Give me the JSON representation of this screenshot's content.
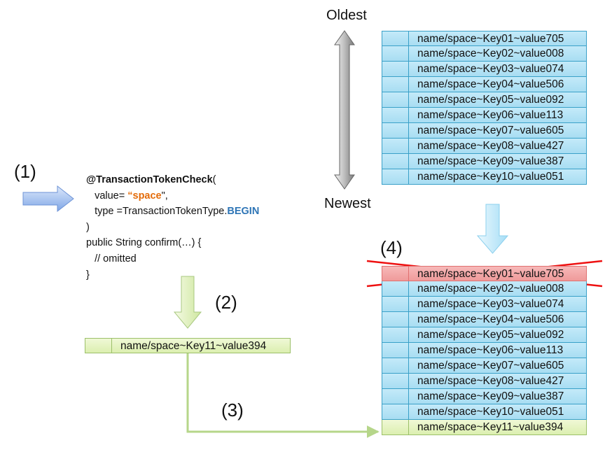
{
  "labels": {
    "oldest": "Oldest",
    "newest": "Newest",
    "step1": "(1)",
    "step2": "(2)",
    "step3": "(3)",
    "step4": "(4)"
  },
  "code": {
    "annotation": "@TransactionTokenCheck",
    "open_paren": "(",
    "value_prefix": "   value= ",
    "value_string": "“space",
    "value_suffix": "\",",
    "type_prefix": "   type =TransactionTokenType.",
    "type_enum": "BEGIN",
    "close_paren": ")",
    "method_sig": "public String confirm(…) {",
    "comment": "   // omitted",
    "close_brace": "}"
  },
  "new_token": "name/space~Key11~value394",
  "stack_before": [
    "name/space~Key01~value705",
    "name/space~Key02~value008",
    "name/space~Key03~value074",
    "name/space~Key04~value506",
    "name/space~Key05~value092",
    "name/space~Key06~value113",
    "name/space~Key07~value605",
    "name/space~Key08~value427",
    "name/space~Key09~value387",
    "name/space~Key10~value051"
  ],
  "stack_after": {
    "removed": "name/space~Key01~value705",
    "kept": [
      "name/space~Key02~value008",
      "name/space~Key03~value074",
      "name/space~Key04~value506",
      "name/space~Key05~value092",
      "name/space~Key06~value113",
      "name/space~Key07~value605",
      "name/space~Key08~value427",
      "name/space~Key09~value387",
      "name/space~Key10~value051"
    ],
    "added": "name/space~Key11~value394"
  },
  "colors": {
    "blue_row": "#b8e4f6",
    "green_row": "#e4f3c2",
    "red_row": "#f3a9a9",
    "strike": "#ee1111"
  }
}
